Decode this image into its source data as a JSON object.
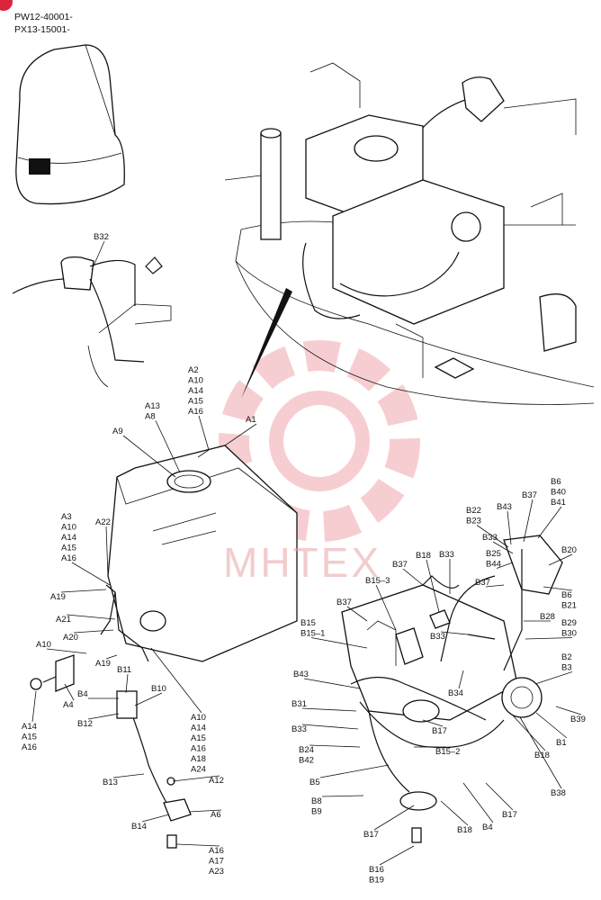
{
  "header": {
    "serial_1": "PW12-40001-",
    "serial_2": "PX13-15001-"
  },
  "watermark": "MHTEX",
  "colors": {
    "watermark": "#e8a3a3",
    "badge": "#d9263c"
  },
  "callouts": [
    {
      "id": "B32",
      "text": [
        "B32"
      ]
    },
    {
      "id": "A2",
      "text": [
        "A2",
        "A10",
        "A14",
        "A15",
        "A16"
      ]
    },
    {
      "id": "A1",
      "text": [
        "A1"
      ]
    },
    {
      "id": "A13",
      "text": [
        "A13",
        "A8"
      ]
    },
    {
      "id": "A9",
      "text": [
        "A9"
      ]
    },
    {
      "id": "A3",
      "text": [
        "A3",
        "A10",
        "A14",
        "A15",
        "A16"
      ]
    },
    {
      "id": "A22",
      "text": [
        "A22"
      ]
    },
    {
      "id": "A19",
      "text": [
        "A19"
      ]
    },
    {
      "id": "A21",
      "text": [
        "A21"
      ]
    },
    {
      "id": "A20",
      "text": [
        "A20"
      ]
    },
    {
      "id": "A10b",
      "text": [
        "A10"
      ]
    },
    {
      "id": "A19b",
      "text": [
        "A19"
      ]
    },
    {
      "id": "A4",
      "text": [
        "A4"
      ]
    },
    {
      "id": "A14b",
      "text": [
        "A14",
        "A15",
        "A16"
      ]
    },
    {
      "id": "B11",
      "text": [
        "B11"
      ]
    },
    {
      "id": "B10",
      "text": [
        "B10"
      ]
    },
    {
      "id": "B4",
      "text": [
        "B4"
      ]
    },
    {
      "id": "B12",
      "text": [
        "B12"
      ]
    },
    {
      "id": "A10c",
      "text": [
        "A10",
        "A14",
        "A15",
        "A16",
        "A18",
        "A24"
      ]
    },
    {
      "id": "B13",
      "text": [
        "B13"
      ]
    },
    {
      "id": "A12",
      "text": [
        "A12"
      ]
    },
    {
      "id": "A6",
      "text": [
        "A6"
      ]
    },
    {
      "id": "B14",
      "text": [
        "B14"
      ]
    },
    {
      "id": "A16b",
      "text": [
        "A16",
        "A17",
        "A23"
      ]
    },
    {
      "id": "B6",
      "text": [
        "B6",
        "B40",
        "B41"
      ]
    },
    {
      "id": "B37a",
      "text": [
        "B37"
      ]
    },
    {
      "id": "B43",
      "text": [
        "B43"
      ]
    },
    {
      "id": "B22",
      "text": [
        "B22",
        "B23"
      ]
    },
    {
      "id": "B33a",
      "text": [
        "B33"
      ]
    },
    {
      "id": "B25",
      "text": [
        "B25",
        "B44"
      ]
    },
    {
      "id": "B20",
      "text": [
        "B20"
      ]
    },
    {
      "id": "B18a",
      "text": [
        "B18"
      ]
    },
    {
      "id": "B33b",
      "text": [
        "B33"
      ]
    },
    {
      "id": "B37b",
      "text": [
        "B37"
      ]
    },
    {
      "id": "B15-3",
      "text": [
        "B15–3"
      ]
    },
    {
      "id": "B37c",
      "text": [
        "B37"
      ]
    },
    {
      "id": "B37d",
      "text": [
        "B37"
      ]
    },
    {
      "id": "B6b",
      "text": [
        "B6",
        "B21"
      ]
    },
    {
      "id": "B28",
      "text": [
        "B28"
      ]
    },
    {
      "id": "B15",
      "text": [
        "B15",
        "B15–1"
      ]
    },
    {
      "id": "B29",
      "text": [
        "B29",
        "B30"
      ]
    },
    {
      "id": "B33c",
      "text": [
        "B33"
      ]
    },
    {
      "id": "B2",
      "text": [
        "B2",
        "B3"
      ]
    },
    {
      "id": "B43b",
      "text": [
        "B43"
      ]
    },
    {
      "id": "B34",
      "text": [
        "B34"
      ]
    },
    {
      "id": "B31",
      "text": [
        "B31"
      ]
    },
    {
      "id": "B39",
      "text": [
        "B39"
      ]
    },
    {
      "id": "B17a",
      "text": [
        "B17"
      ]
    },
    {
      "id": "B33d",
      "text": [
        "B33"
      ]
    },
    {
      "id": "B1",
      "text": [
        "B1"
      ]
    },
    {
      "id": "B15-2",
      "text": [
        "B15–2"
      ]
    },
    {
      "id": "B24",
      "text": [
        "B24",
        "B42"
      ]
    },
    {
      "id": "B18b",
      "text": [
        "B18"
      ]
    },
    {
      "id": "B5",
      "text": [
        "B5"
      ]
    },
    {
      "id": "B38",
      "text": [
        "B38"
      ]
    },
    {
      "id": "B8",
      "text": [
        "B8",
        "B9"
      ]
    },
    {
      "id": "B17b",
      "text": [
        "B17"
      ]
    },
    {
      "id": "B4b",
      "text": [
        "B4"
      ]
    },
    {
      "id": "B17c",
      "text": [
        "B17"
      ]
    },
    {
      "id": "B18c",
      "text": [
        "B18"
      ]
    },
    {
      "id": "B16",
      "text": [
        "B16",
        "B19"
      ]
    }
  ]
}
